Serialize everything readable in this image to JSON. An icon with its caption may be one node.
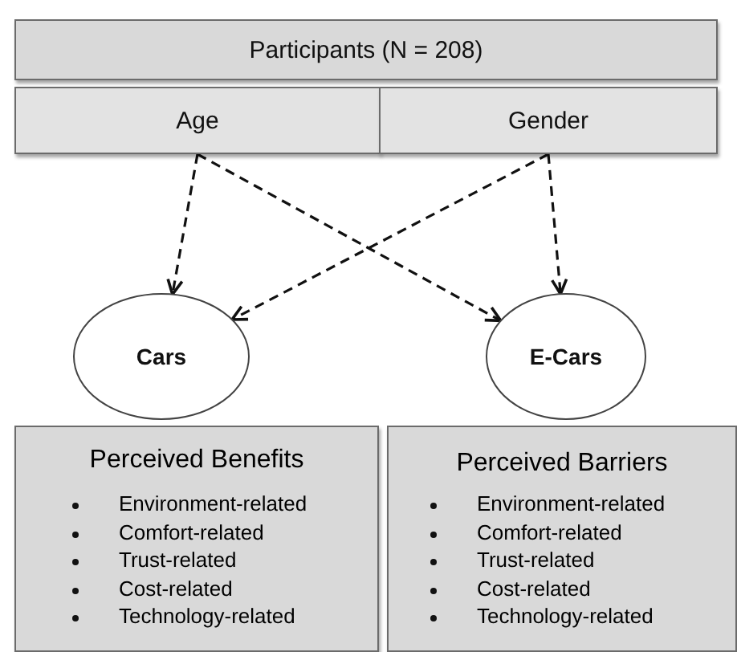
{
  "diagram": {
    "nodes": [
      {
        "text": [
          "Participants (N = 208)"
        ]
      },
      {
        "text": [
          "Age"
        ]
      },
      {
        "text": [
          "Gender"
        ]
      },
      {
        "text": [
          "Cars"
        ]
      },
      {
        "text": [
          "E-Cars"
        ]
      },
      {
        "text": [
          "Perceived Benefits",
          "Environment-related",
          "Comfort-related",
          "Trust-related",
          "Cost-related",
          "Technology-related"
        ]
      },
      {
        "text": [
          "Perceived Barriers",
          "Environment-related",
          "Comfort-related",
          "Trust-related",
          "Cost-related",
          "Technology-related"
        ]
      }
    ],
    "edges": [
      {
        "from": 1,
        "to": 3,
        "arrow": "to",
        "style": "dashed"
      },
      {
        "from": 1,
        "to": 4,
        "arrow": "to",
        "style": "dashed"
      },
      {
        "from": 2,
        "to": 3,
        "arrow": "to",
        "style": "dashed"
      },
      {
        "from": 2,
        "to": 4,
        "arrow": "to",
        "style": "dashed"
      }
    ]
  }
}
